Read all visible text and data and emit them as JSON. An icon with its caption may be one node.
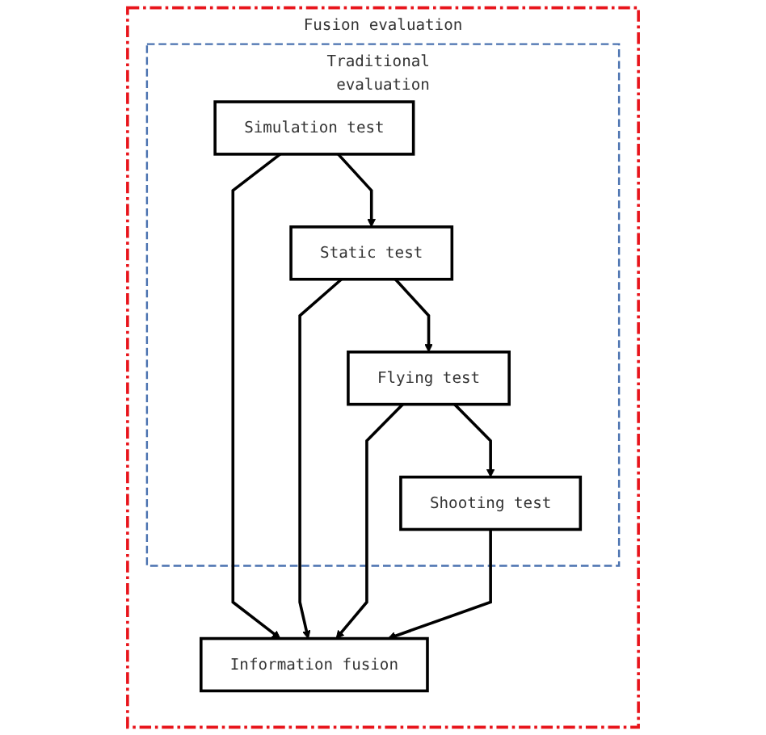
{
  "diagram": {
    "nodes": [
      {
        "text": [
          "Fusion evaluation"
        ]
      },
      {
        "text": [
          "Traditional evaluation"
        ],
        "in": 0
      },
      {
        "text": [
          "Simulation test"
        ],
        "in": 1
      },
      {
        "text": [
          "Static test"
        ],
        "in": 1
      },
      {
        "text": [
          "Flying test"
        ],
        "in": 1
      },
      {
        "text": [
          "Shooting test"
        ],
        "in": 1
      },
      {
        "text": [
          "Information fusion"
        ],
        "in": 0
      }
    ],
    "edges": [
      {
        "from": 2,
        "to": 3,
        "arrow": "to"
      },
      {
        "from": 3,
        "to": 4,
        "arrow": "to"
      },
      {
        "from": 4,
        "to": 5,
        "arrow": "to"
      },
      {
        "from": 2,
        "to": 6,
        "arrow": "to"
      },
      {
        "from": 3,
        "to": 6,
        "arrow": "to"
      },
      {
        "from": 4,
        "to": 6,
        "arrow": "to"
      },
      {
        "from": 5,
        "to": 6,
        "arrow": "to"
      }
    ]
  }
}
